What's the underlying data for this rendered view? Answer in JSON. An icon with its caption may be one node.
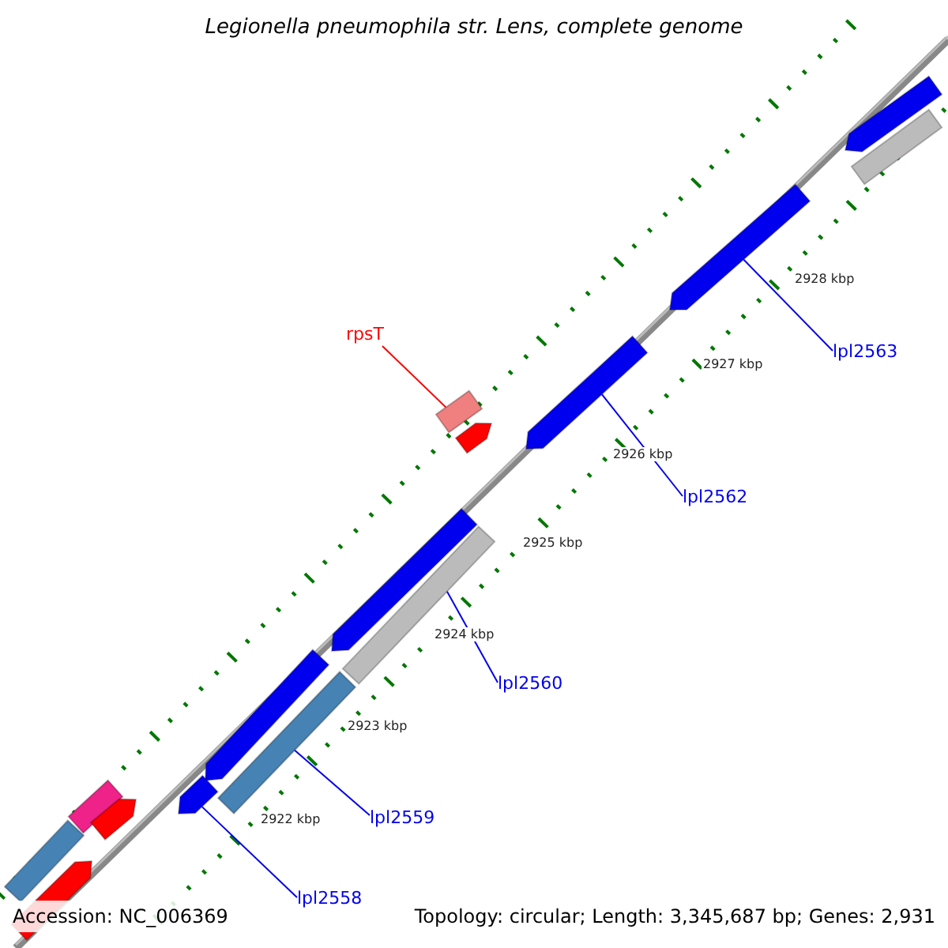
{
  "diagram": {
    "title": "Legionella pneumophila str. Lens, complete genome",
    "nodes": [
      {
        "text": [
          "rpsT"
        ]
      },
      {
        "text": [],
        "shape": "bar"
      },
      {
        "text": [
          "lpl2563"
        ]
      },
      {
        "text": [],
        "shape": "bar"
      },
      {
        "text": [
          "lpl2562"
        ]
      },
      {
        "text": [],
        "shape": "bar"
      },
      {
        "text": [
          "lpl2560"
        ]
      },
      {
        "text": [],
        "shape": "bar"
      },
      {
        "text": [
          "lpl2559"
        ]
      },
      {
        "text": [],
        "shape": "bar"
      },
      {
        "text": [
          "lpl2558"
        ]
      },
      {
        "text": [],
        "shape": "bar"
      }
    ],
    "edges": [
      {
        "from": 0,
        "to": 1,
        "arrow": "none",
        "color": "#ff0000"
      },
      {
        "from": 2,
        "to": 3,
        "arrow": "none"
      },
      {
        "from": 4,
        "to": 5,
        "arrow": "none"
      },
      {
        "from": 6,
        "to": 7,
        "arrow": "none"
      },
      {
        "from": 8,
        "to": 9,
        "arrow": "none"
      },
      {
        "from": 10,
        "to": 11,
        "arrow": "none"
      }
    ],
    "labels": [
      "2928 kbp",
      "2927 kbp",
      "2926 kbp",
      "2925 kbp",
      "2924 kbp",
      "2923 kbp",
      "2922 kbp",
      "Accession: NC_006369",
      "Topology: circular; Length: 3,345,687 bp; Genes: 2,931"
    ]
  }
}
